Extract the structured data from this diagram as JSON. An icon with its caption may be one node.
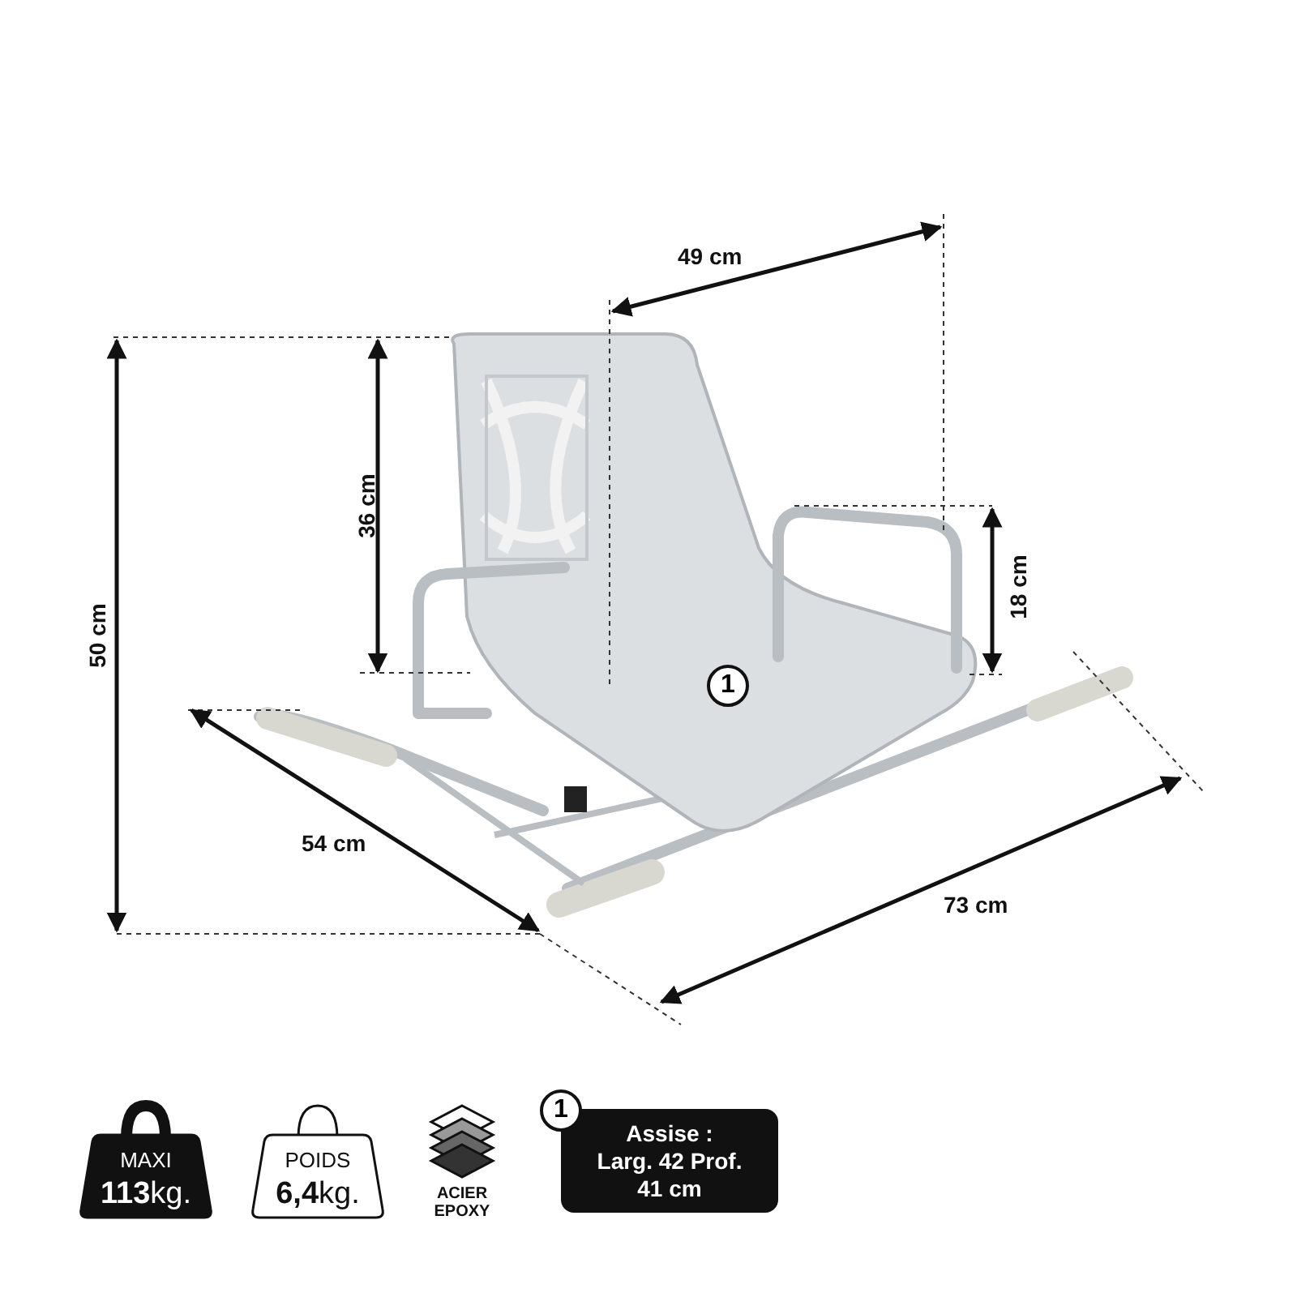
{
  "diagram": {
    "nodes": [
      {
        "text": [
          "1"
        ]
      },
      {
        "text": [
          "MAXI",
          "**113**kg."
        ]
      },
      {
        "text": [
          "POIDS",
          "**6,4**kg."
        ]
      },
      {
        "text": [
          "1"
        ]
      },
      {
        "text": [
          "Assise : Larg. 42 Prof. 41 cm"
        ]
      }
    ],
    "labels": [
      "49 cm",
      "36 cm",
      "18 cm",
      "50 cm",
      "54 cm",
      "73 cm",
      "ACIER EPOXY"
    ]
  }
}
